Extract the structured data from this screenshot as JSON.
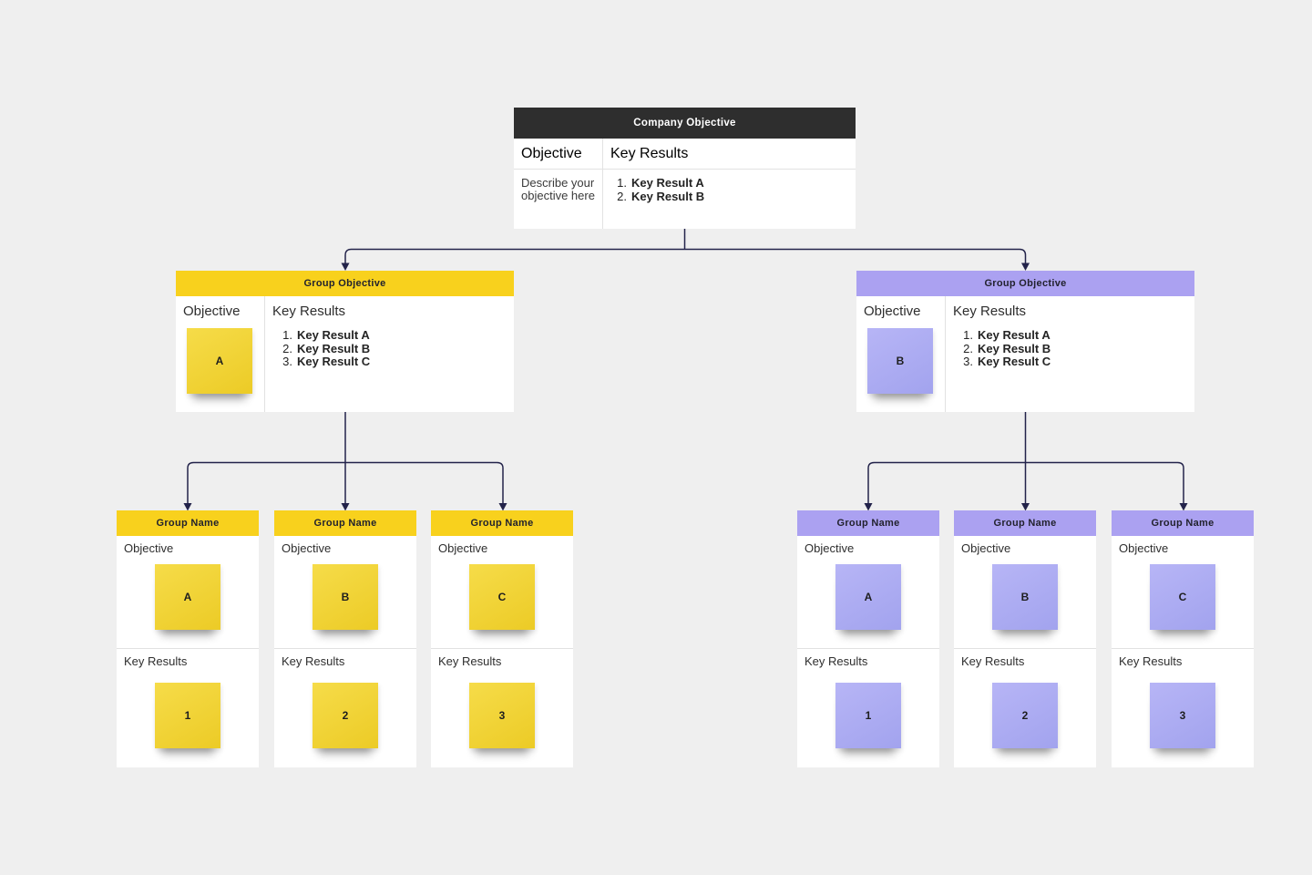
{
  "colors": {
    "background": "#efefef",
    "company-header-bg": "#2e2e2e",
    "company-header-text": "#ffffff",
    "yellow": "#f8d11d",
    "purple": "#aba1f1",
    "yellow-sticky-1": "#f6dc49",
    "yellow-sticky-2": "#eccb26",
    "purple-sticky-1": "#b7b5f6",
    "purple-sticky-2": "#a2a3ee",
    "connector": "#23234a",
    "divider": "#e2e2e2",
    "band-text": "#22222e"
  },
  "company_box": {
    "title": "Company Objective",
    "objective_label": "Objective",
    "key_results_label": "Key Results",
    "objective_text": "Describe your objective here",
    "key_results": [
      {
        "n": "1.",
        "t": "Key Result A"
      },
      {
        "n": "2.",
        "t": "Key Result B"
      }
    ]
  },
  "group_objectives": [
    {
      "title": "Group Objective",
      "objective_label": "Objective",
      "key_results_label": "Key Results",
      "sticky": "A",
      "key_results": [
        {
          "n": "1.",
          "t": "Key Result A"
        },
        {
          "n": "2.",
          "t": "Key Result B"
        },
        {
          "n": "3.",
          "t": "Key Result C"
        }
      ]
    },
    {
      "title": "Group Objective",
      "objective_label": "Objective",
      "key_results_label": "Key Results",
      "sticky": "B",
      "key_results": [
        {
          "n": "1.",
          "t": "Key Result A"
        },
        {
          "n": "2.",
          "t": "Key Result B"
        },
        {
          "n": "3.",
          "t": "Key Result C"
        }
      ]
    }
  ],
  "group_cards": [
    {
      "title": "Group Name",
      "objective_label": "Objective",
      "key_results_label": "Key Results",
      "objective_sticky": "A",
      "key_result_sticky": "1"
    },
    {
      "title": "Group Name",
      "objective_label": "Objective",
      "key_results_label": "Key Results",
      "objective_sticky": "B",
      "key_result_sticky": "2"
    },
    {
      "title": "Group Name",
      "objective_label": "Objective",
      "key_results_label": "Key Results",
      "objective_sticky": "C",
      "key_result_sticky": "3"
    },
    {
      "title": "Group Name",
      "objective_label": "Objective",
      "key_results_label": "Key Results",
      "objective_sticky": "A",
      "key_result_sticky": "1"
    },
    {
      "title": "Group Name",
      "objective_label": "Objective",
      "key_results_label": "Key Results",
      "objective_sticky": "B",
      "key_result_sticky": "2"
    },
    {
      "title": "Group Name",
      "objective_label": "Objective",
      "key_results_label": "Key Results",
      "objective_sticky": "C",
      "key_result_sticky": "3"
    }
  ]
}
